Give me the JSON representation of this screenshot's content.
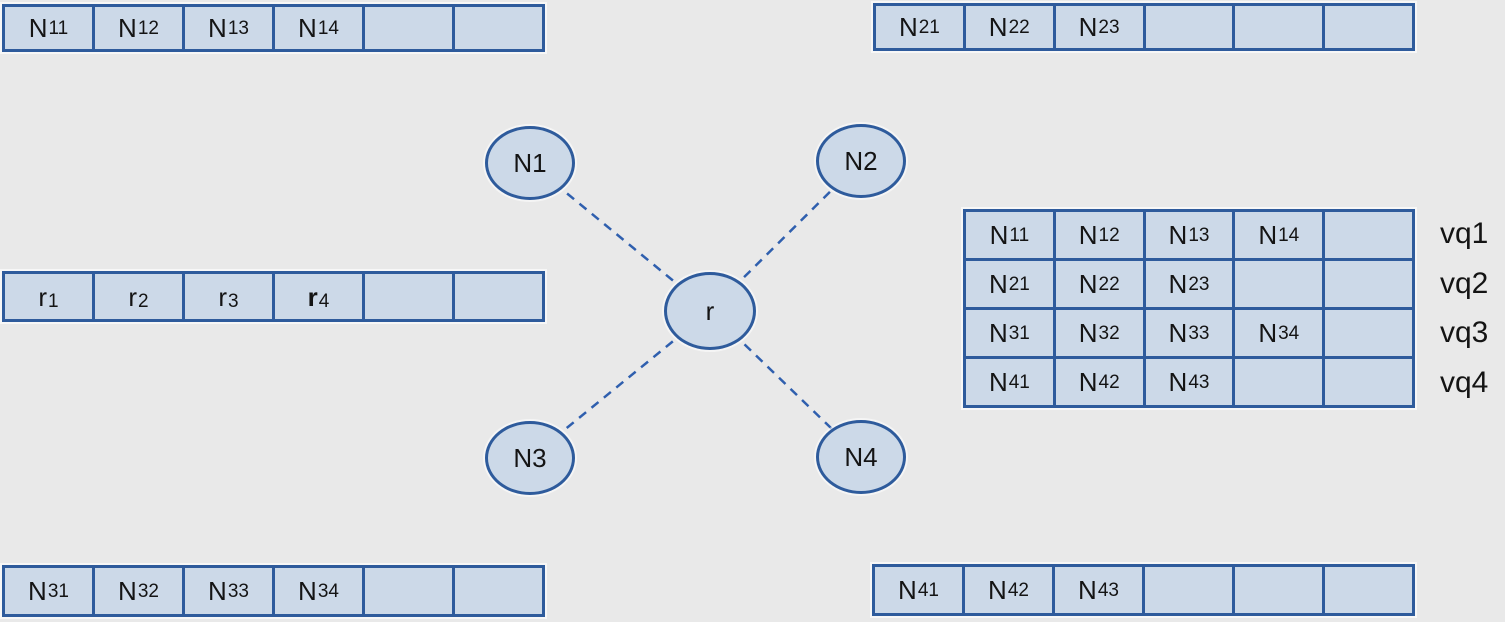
{
  "colors": {
    "background": "#e9e9e9",
    "cell_fill": "#ccd9e8",
    "border_blue": "#2e5b9c",
    "connector_blue": "#2f5fae",
    "text": "#141414"
  },
  "arrays": {
    "top_left": {
      "cells": [
        {
          "main": "N",
          "sub": "11"
        },
        {
          "main": "N",
          "sub": "12"
        },
        {
          "main": "N",
          "sub": "13"
        },
        {
          "main": "N",
          "sub": "14"
        },
        {
          "main": "",
          "sub": ""
        },
        {
          "main": "",
          "sub": ""
        }
      ]
    },
    "top_right": {
      "cells": [
        {
          "main": "N",
          "sub": "21"
        },
        {
          "main": "N",
          "sub": "22"
        },
        {
          "main": "N",
          "sub": "23"
        },
        {
          "main": "",
          "sub": ""
        },
        {
          "main": "",
          "sub": ""
        },
        {
          "main": "",
          "sub": ""
        }
      ]
    },
    "mid_left": {
      "cells": [
        {
          "main": "r",
          "sub": "1"
        },
        {
          "main": "r",
          "sub": "2"
        },
        {
          "main": "r",
          "sub": "3"
        },
        {
          "main": "r",
          "sub": "4"
        },
        {
          "main": "",
          "sub": ""
        },
        {
          "main": "",
          "sub": ""
        }
      ]
    },
    "bottom_left": {
      "cells": [
        {
          "main": "N",
          "sub": "31"
        },
        {
          "main": "N",
          "sub": "32"
        },
        {
          "main": "N",
          "sub": "33"
        },
        {
          "main": "N",
          "sub": "34"
        },
        {
          "main": "",
          "sub": ""
        },
        {
          "main": "",
          "sub": ""
        }
      ]
    },
    "bottom_right": {
      "cells": [
        {
          "main": "N",
          "sub": "41"
        },
        {
          "main": "N",
          "sub": "42"
        },
        {
          "main": "N",
          "sub": "43"
        },
        {
          "main": "",
          "sub": ""
        },
        {
          "main": "",
          "sub": ""
        },
        {
          "main": "",
          "sub": ""
        }
      ]
    }
  },
  "graph": {
    "root": {
      "label": "r"
    },
    "nodes": [
      {
        "label": "N1"
      },
      {
        "label": "N2"
      },
      {
        "label": "N3"
      },
      {
        "label": "N4"
      }
    ]
  },
  "vq_table": {
    "rows": [
      {
        "label": "vq1",
        "cells": [
          {
            "main": "N",
            "sub": "11"
          },
          {
            "main": "N",
            "sub": "12"
          },
          {
            "main": "N",
            "sub": "13"
          },
          {
            "main": "N",
            "sub": "14"
          },
          {
            "main": "",
            "sub": ""
          }
        ]
      },
      {
        "label": "vq2",
        "cells": [
          {
            "main": "N",
            "sub": "21"
          },
          {
            "main": "N",
            "sub": "22"
          },
          {
            "main": "N",
            "sub": "23"
          },
          {
            "main": "",
            "sub": ""
          },
          {
            "main": "",
            "sub": ""
          }
        ]
      },
      {
        "label": "vq3",
        "cells": [
          {
            "main": "N",
            "sub": "31"
          },
          {
            "main": "N",
            "sub": "32"
          },
          {
            "main": "N",
            "sub": "33"
          },
          {
            "main": "N",
            "sub": "34"
          },
          {
            "main": "",
            "sub": ""
          }
        ]
      },
      {
        "label": "vq4",
        "cells": [
          {
            "main": "N",
            "sub": "41"
          },
          {
            "main": "N",
            "sub": "42"
          },
          {
            "main": "N",
            "sub": "43"
          },
          {
            "main": "",
            "sub": ""
          },
          {
            "main": "",
            "sub": ""
          }
        ]
      }
    ]
  }
}
